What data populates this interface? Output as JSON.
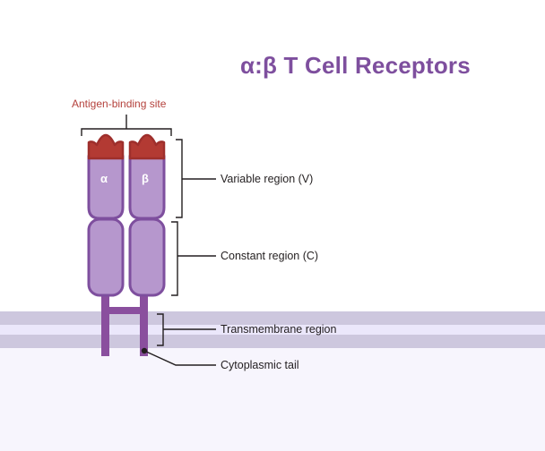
{
  "page": {
    "title": "α:β T Cell Receptors",
    "background_color": "#ffffff",
    "cytosol_color": "#f7f5fd"
  },
  "colors": {
    "title_purple": "#7e4f9e",
    "chain_fill": "#b697cd",
    "chain_stroke": "#7e4f9e",
    "antigen_cap": "#b33a33",
    "antigen_cap_top": "#a02f2c",
    "antigen_label_red": "#b4413c",
    "membrane_band": "#cdc7de",
    "membrane_core": "#ebe7fb",
    "leader_line": "#231f20",
    "chain_letter": "#ffffff"
  },
  "receptor": {
    "chains": [
      {
        "name": "alpha-chain",
        "letter": "α"
      },
      {
        "name": "beta-chain",
        "letter": "β"
      }
    ]
  },
  "labels": {
    "antigen_binding_site": "Antigen-binding site",
    "variable_region": "Variable region (V)",
    "constant_region": "Constant region (C)",
    "transmembrane_region": "Transmembrane region",
    "cytoplasmic_tail": "Cytoplasmic tail"
  }
}
